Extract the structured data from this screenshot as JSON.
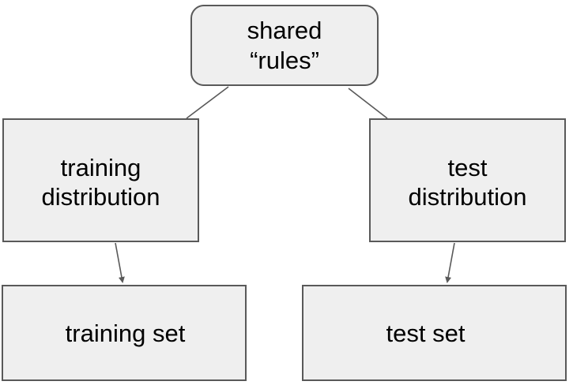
{
  "diagram": {
    "nodes": {
      "shared_rules": {
        "label": "shared\n“rules”"
      },
      "training_distribution": {
        "label": "training\ndistribution"
      },
      "test_distribution": {
        "label": "test\ndistribution"
      },
      "training_set": {
        "label": "training set"
      },
      "test_set": {
        "label": "test set"
      }
    },
    "edges": [
      {
        "from": "shared_rules",
        "to": "training_distribution",
        "arrow": false
      },
      {
        "from": "shared_rules",
        "to": "test_distribution",
        "arrow": false
      },
      {
        "from": "training_distribution",
        "to": "training_set",
        "arrow": true
      },
      {
        "from": "test_distribution",
        "to": "test_set",
        "arrow": true
      }
    ],
    "colors": {
      "node_fill": "#efefef",
      "node_border": "#595959",
      "edge": "#595959",
      "text": "#000000"
    }
  }
}
